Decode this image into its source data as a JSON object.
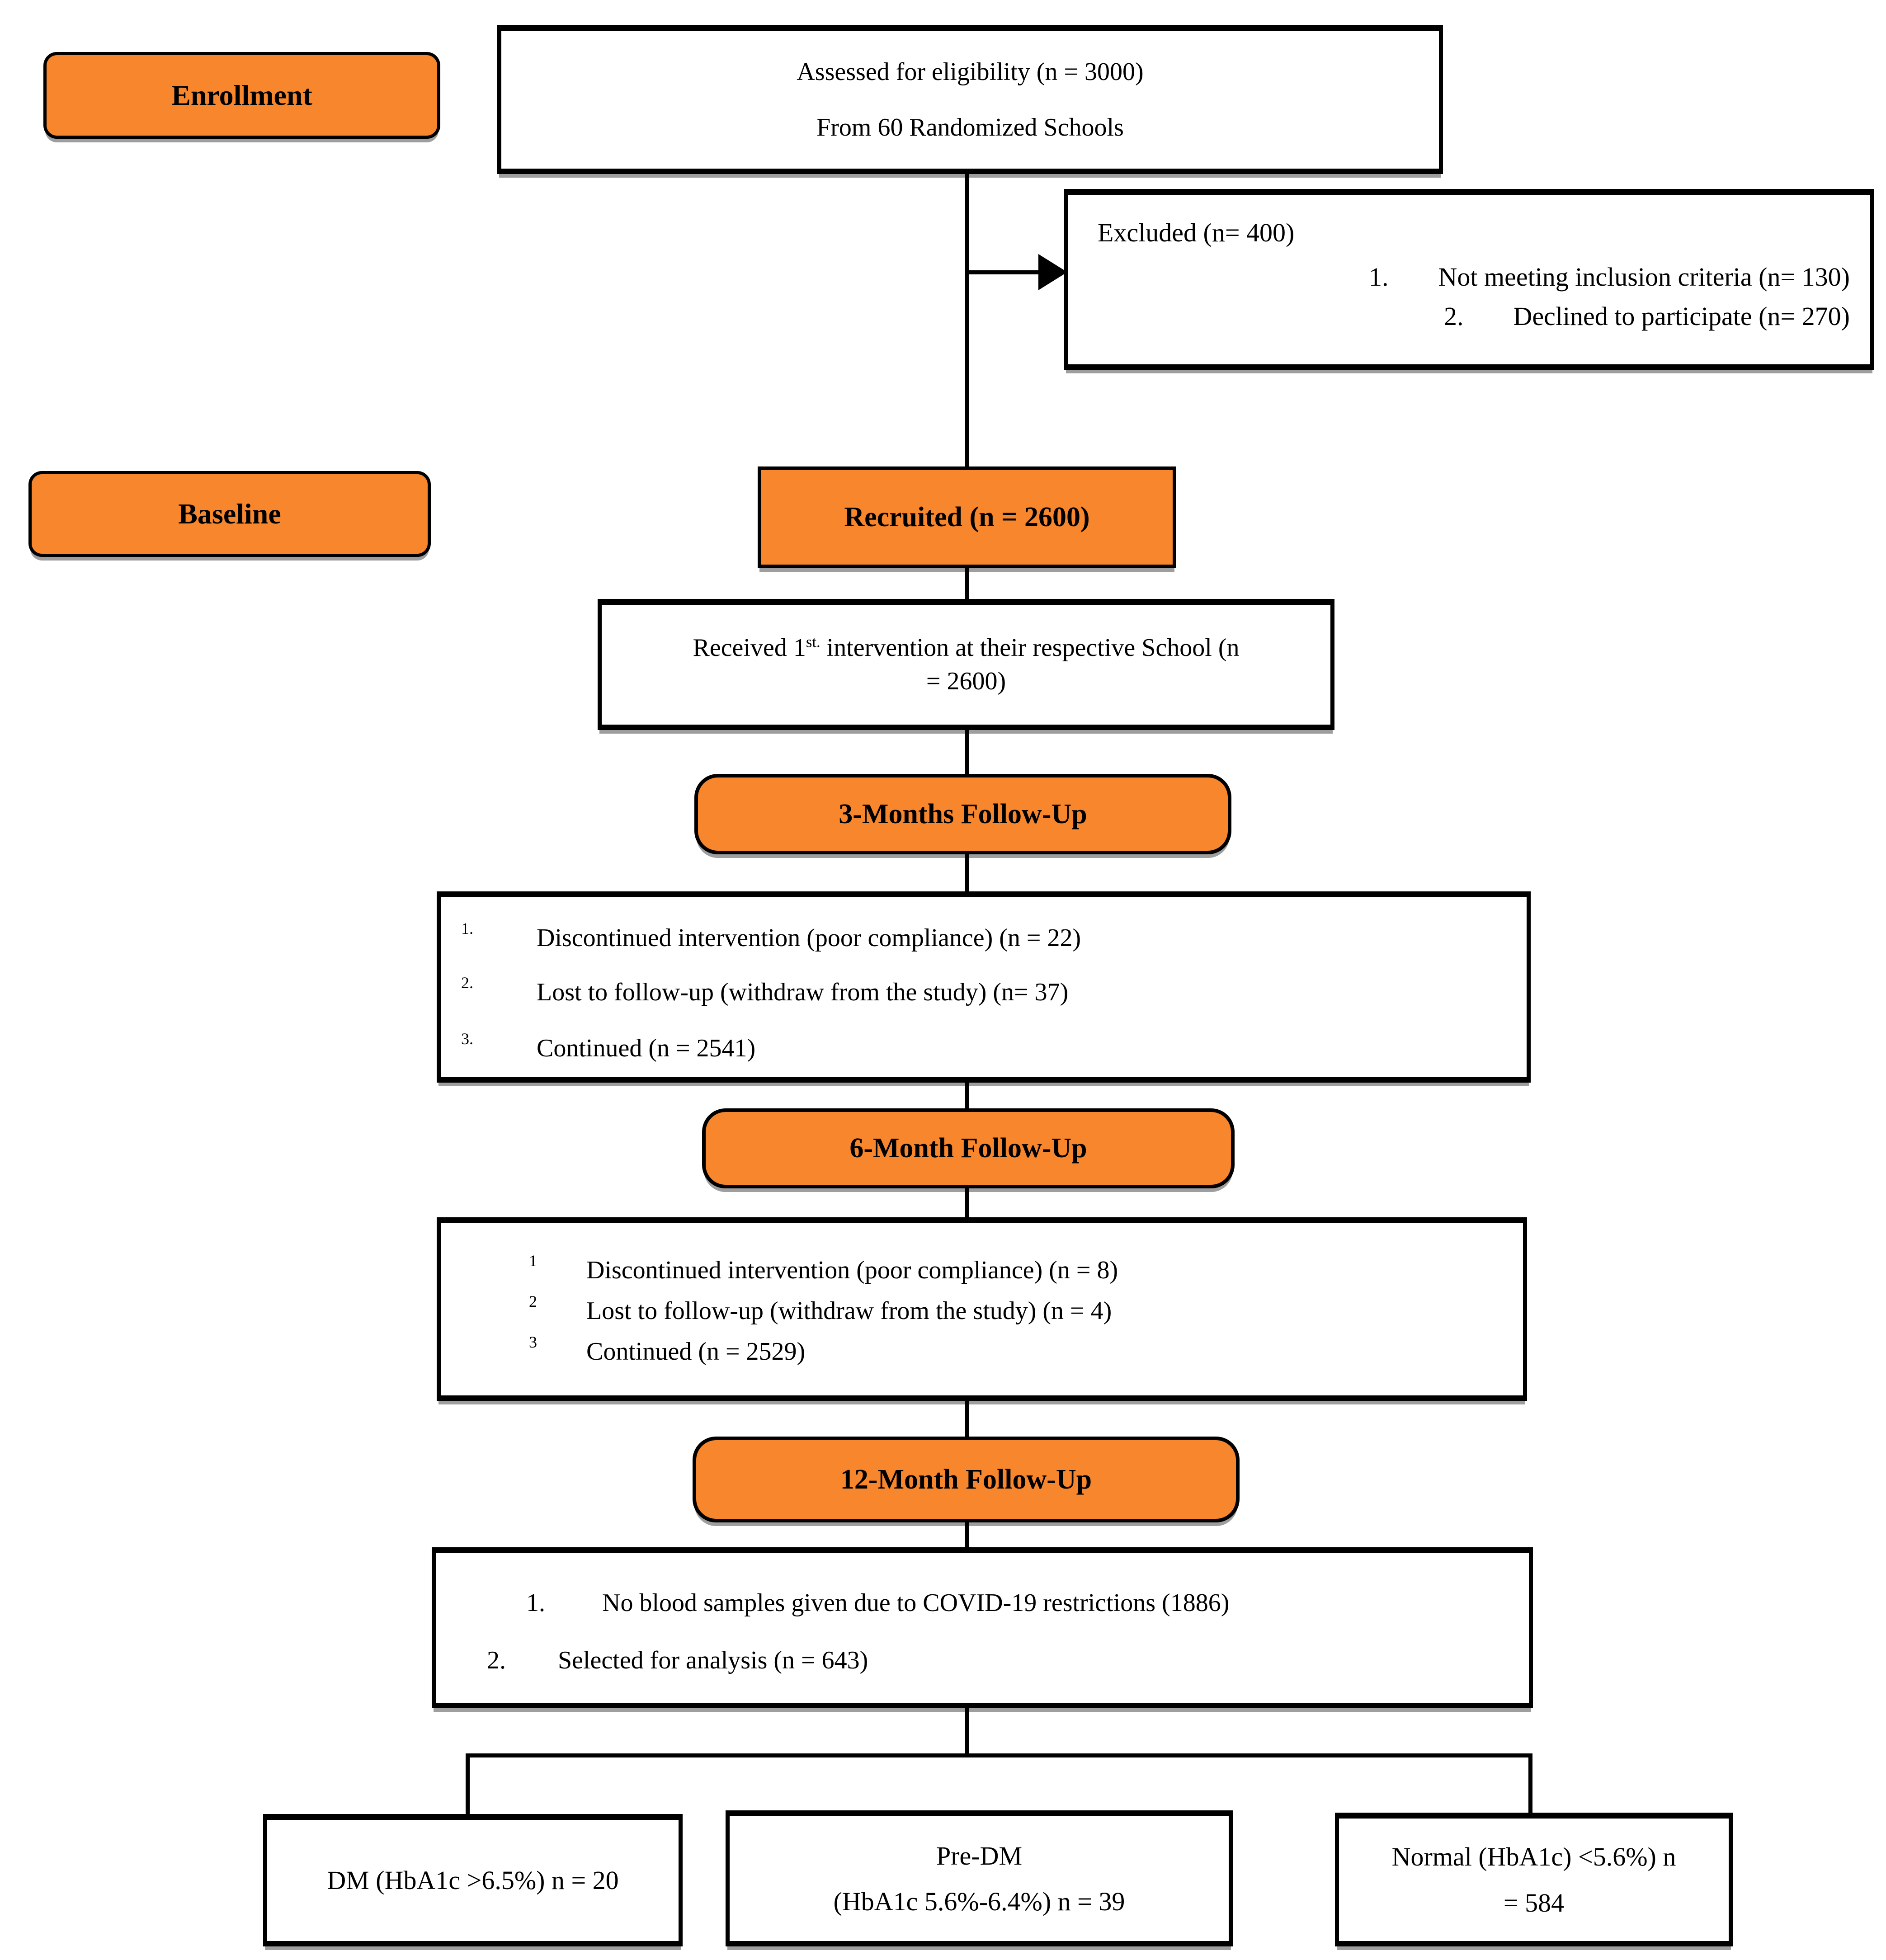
{
  "colors": {
    "accent_orange": "#F8862D",
    "line_black": "#000000"
  },
  "stages": {
    "enrollment": "Enrollment",
    "baseline": "Baseline"
  },
  "assessed": {
    "line1": "Assessed for eligibility (n = 3000)",
    "line2": "From 60 Randomized Schools"
  },
  "excluded": {
    "title": "Excluded (n= 400)",
    "items": [
      {
        "marker": "1.",
        "text": "Not meeting inclusion criteria (n= 130)"
      },
      {
        "marker": "2.",
        "text": "Declined to participate (n= 270)"
      }
    ]
  },
  "recruited": {
    "label": "Recruited (n = 2600)"
  },
  "received": {
    "line1_prefix": "Received 1",
    "line1_sup": "st.",
    "line1_rest": " intervention at their respective School (n",
    "line2": "= 2600)"
  },
  "followup3": {
    "label": "3-Months Follow-Up",
    "items": [
      {
        "marker": "1.",
        "text": "Discontinued intervention (poor compliance) (n = 22)"
      },
      {
        "marker": "2.",
        "text": "Lost to follow-up (withdraw from the study) (n= 37)"
      },
      {
        "marker": "3.",
        "text": "Continued (n = 2541)"
      }
    ]
  },
  "followup6": {
    "label": "6-Month Follow-Up",
    "items": [
      {
        "marker": "1",
        "text": "Discontinued intervention (poor compliance) (n = 8)"
      },
      {
        "marker": "2",
        "text": "Lost to follow-up (withdraw from the study) (n = 4)"
      },
      {
        "marker": "3",
        "text": "Continued (n = 2529)"
      }
    ]
  },
  "followup12": {
    "label": "12-Month Follow-Up",
    "items": [
      {
        "marker": "1.",
        "text": "No blood samples given due to COVID-19 restrictions (1886)"
      },
      {
        "marker": "2.",
        "text": "Selected for analysis (n = 643)"
      }
    ]
  },
  "outcomes": {
    "dm": {
      "line1": "DM (HbA1c >6.5%) n = 20"
    },
    "predm": {
      "line1": "Pre-DM",
      "line2": "(HbA1c 5.6%-6.4%) n = 39"
    },
    "normal": {
      "line1": "Normal (HbA1c) <5.6%) n",
      "line2": "= 584"
    }
  }
}
